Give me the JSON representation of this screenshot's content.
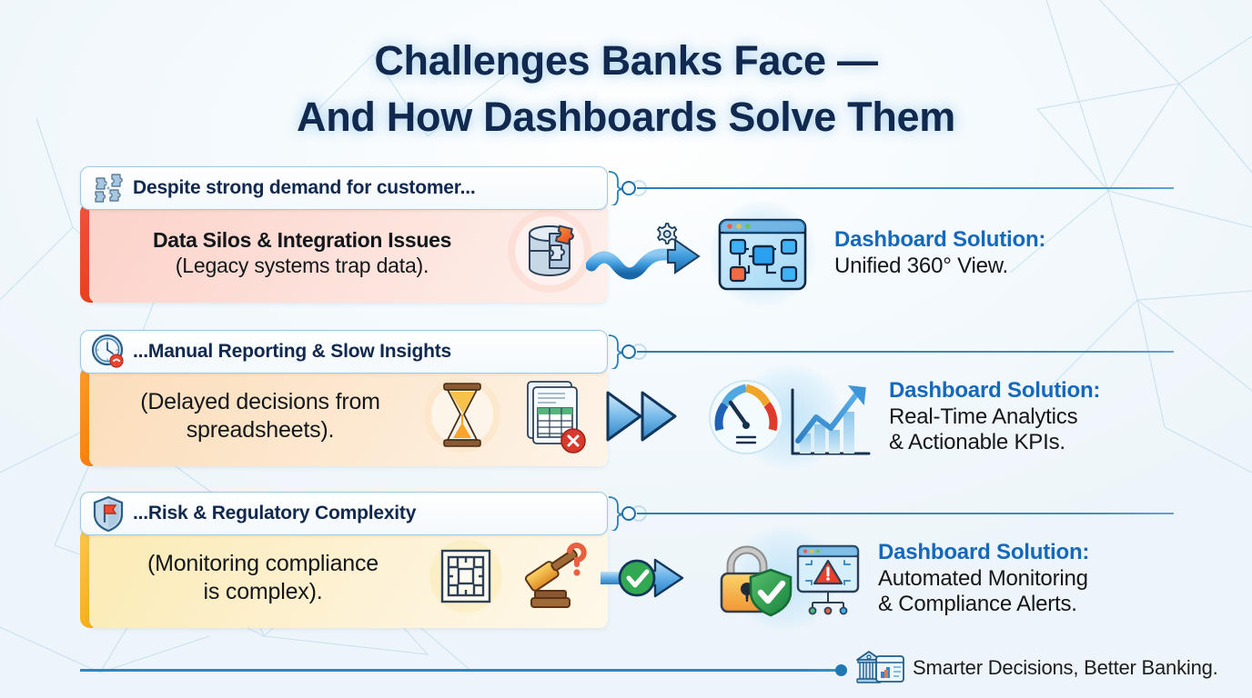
{
  "title": {
    "line1": "Challenges Banks Face —",
    "line2": "And How Dashboards Solve Them",
    "color": "#11284f"
  },
  "accent_colors": {
    "solution_blue": "#1569bd",
    "connector_blue": "#2a7fb5",
    "row1_accent": "#ef4b2c",
    "row2_accent": "#f98a1c",
    "row3_accent": "#f9bb35",
    "background": "#f2f8fc"
  },
  "rows": [
    {
      "pill_icon": "puzzle-pieces-icon",
      "pill_label": "Despite strong demand for customer...",
      "problem_title": "Data Silos & Integration Issues",
      "problem_sub": "(Legacy systems trap data).",
      "problem_icons": [
        "database-puzzle-icon"
      ],
      "transition_icon": "gear-wave-arrow-icon",
      "solution_icon": "dashboard-network-window-icon",
      "solution_label": "Dashboard Solution:",
      "solution_lines": [
        "Unified 360° View."
      ],
      "accent": "#ef4b2c",
      "card_fill_start": "#fbd3cb",
      "card_fill_end": "#fdeeea"
    },
    {
      "pill_icon": "clock-delay-icon",
      "pill_label": "...Manual Reporting & Slow Insights",
      "problem_title": "",
      "problem_sub": "(Delayed decisions from spreadsheets).",
      "problem_line1": "(Delayed decisions from",
      "problem_line2": "spreadsheets).",
      "problem_icons": [
        "hourglass-icon",
        "spreadsheet-error-icon"
      ],
      "transition_icon": "fast-forward-arrow-icon",
      "solution_icon": "gauge-growth-chart-icon",
      "solution_label": "Dashboard Solution:",
      "solution_lines": [
        "Real-Time Analytics",
        "& Actionable KPIs."
      ],
      "accent": "#f98a1c",
      "card_fill_start": "#fbdcb8",
      "card_fill_end": "#fdf0e2"
    },
    {
      "pill_icon": "shield-flag-icon",
      "pill_label": "...Risk & Regulatory Complexity",
      "problem_title": "",
      "problem_sub": "(Monitoring compliance is complex).",
      "problem_line1": "(Monitoring compliance",
      "problem_line2": "is complex).",
      "problem_icons": [
        "maze-icon",
        "gavel-question-icon"
      ],
      "transition_icon": "check-arrow-icon",
      "solution_icon": "lock-shield-alert-icon",
      "solution_label": "Dashboard Solution:",
      "solution_lines": [
        "Automated Monitoring",
        "& Compliance Alerts."
      ],
      "accent": "#f9bb35",
      "card_fill_start": "#fce9ae",
      "card_fill_end": "#fdf6e4"
    }
  ],
  "footer": {
    "icon": "bank-dashboard-icon",
    "text": "Smarter Decisions, Better Banking."
  }
}
